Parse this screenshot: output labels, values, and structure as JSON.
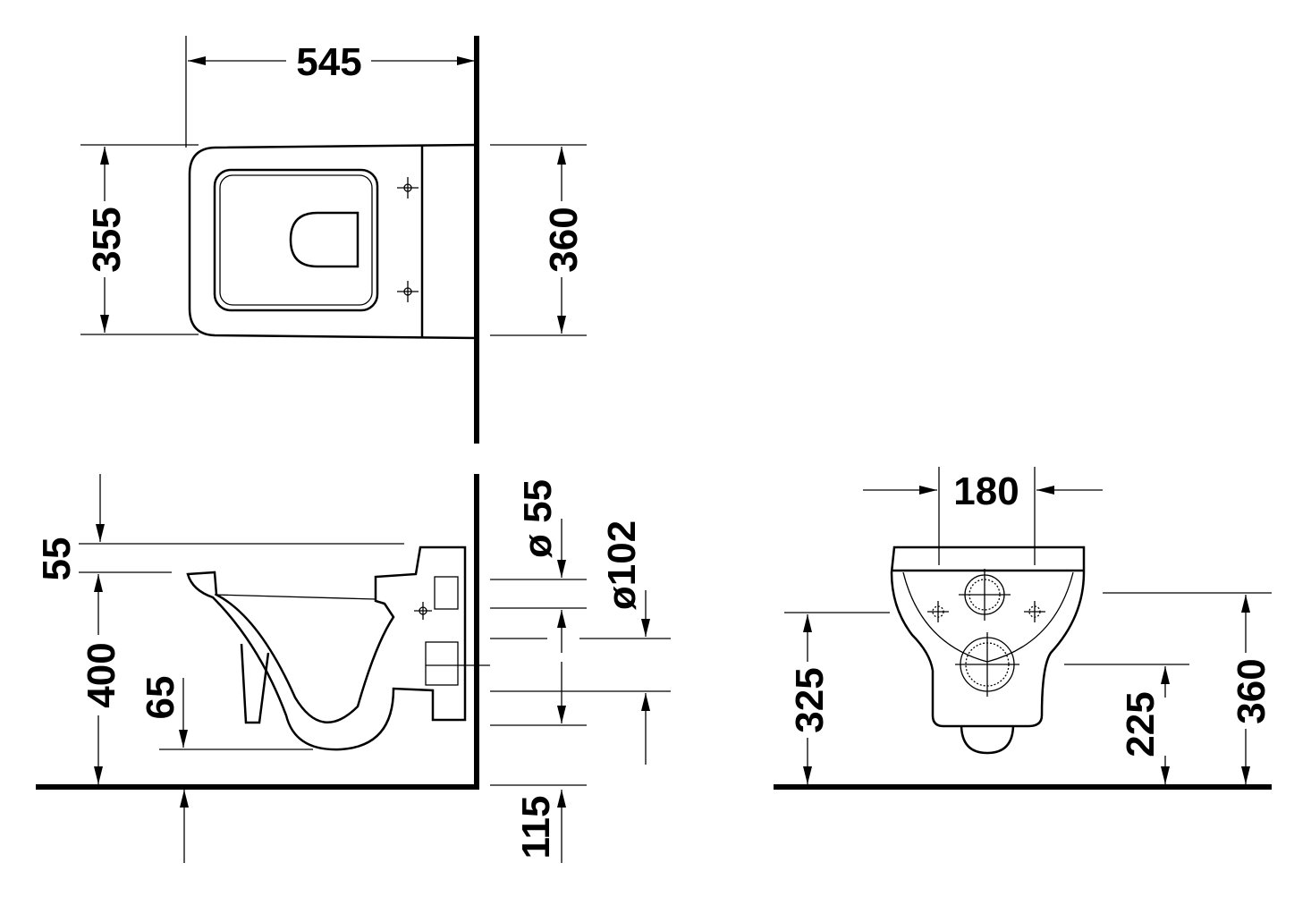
{
  "top_view": {
    "width": "545",
    "depth_left": "355",
    "depth_right": "360"
  },
  "side_view": {
    "rim_thickness": "55",
    "height": "400",
    "trap_height": "65",
    "dia_inlet": "ø 55",
    "dia_outlet": "ø102",
    "inlet_offset": "115"
  },
  "front_view": {
    "fixing_spacing": "180",
    "fixing_height": "325",
    "outlet_height": "225",
    "total_height": "360"
  }
}
